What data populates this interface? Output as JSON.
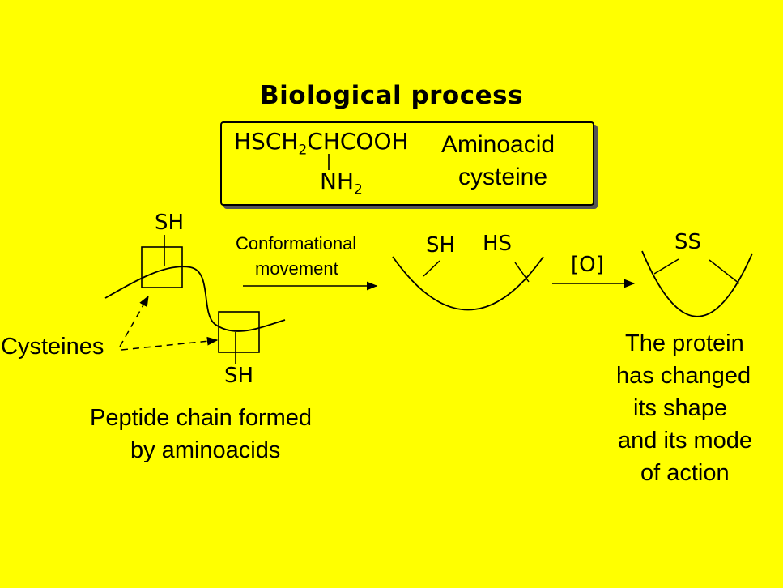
{
  "title": "Biological process",
  "formula": {
    "main_a": "HSCH",
    "main_sub": "2",
    "main_b": "CHCOOH",
    "amine_a": "NH",
    "amine_sub": "2"
  },
  "formula_label": {
    "line1": "Aminoacid",
    "line2": "cysteine"
  },
  "chain": {
    "sh_top": "SH",
    "sh_bottom": "SH",
    "cysteines_label": "Cysteines",
    "caption_line1": "Peptide chain formed",
    "caption_line2": "by aminoacids"
  },
  "step1": {
    "line1": "Conformational",
    "line2": "movement"
  },
  "middle": {
    "left": "SH",
    "right": "HS"
  },
  "step2": {
    "label": "[O]"
  },
  "right": {
    "ss": "SS",
    "line1": "The protein",
    "line2": "has changed",
    "line3": "its shape",
    "line4": "and its mode",
    "line5": "of action"
  }
}
